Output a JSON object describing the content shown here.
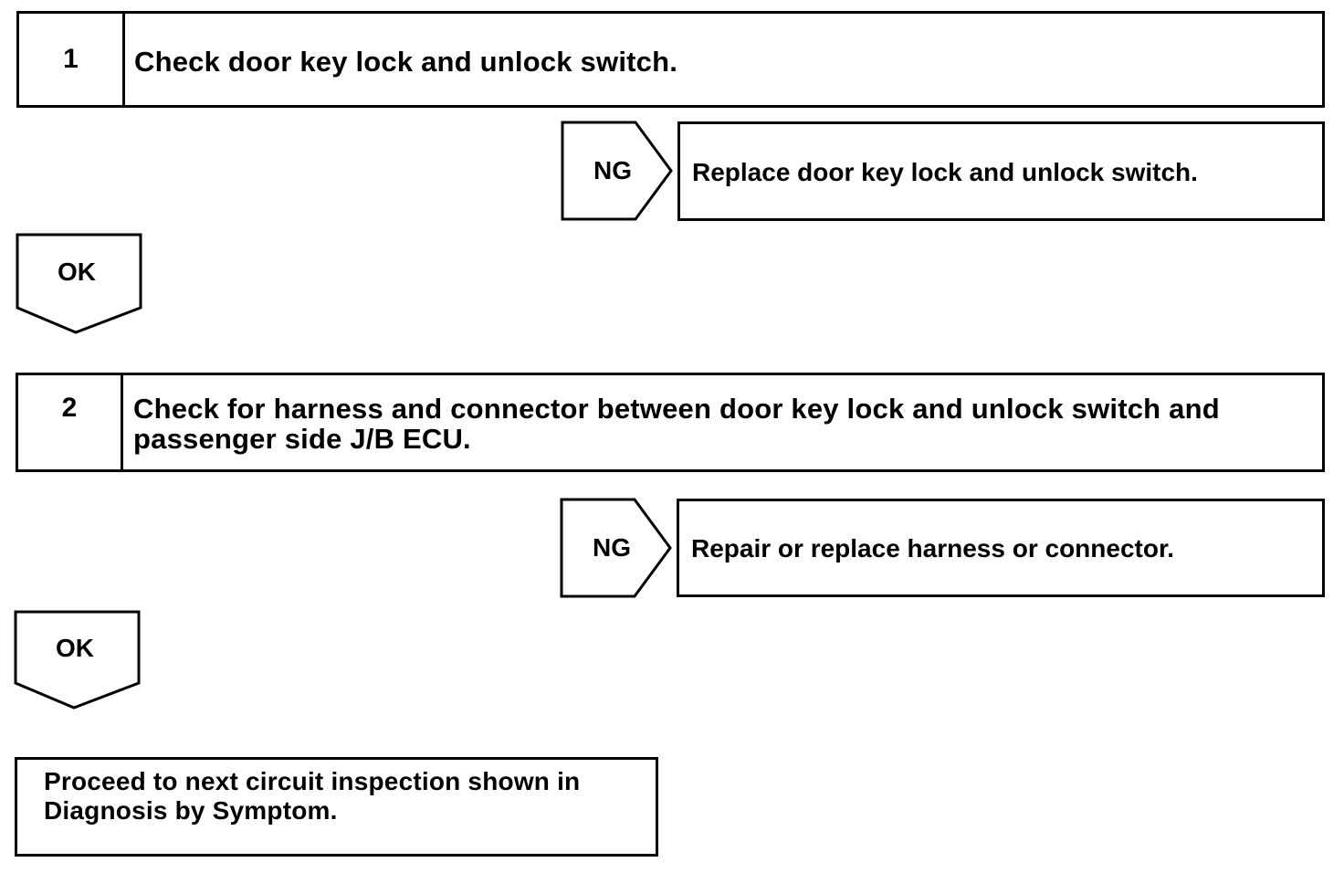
{
  "steps": [
    {
      "number": "1",
      "text": "Check door key lock and unlock switch.",
      "ng_label": "NG",
      "ng_action": "Replace door key lock and unlock switch.",
      "ok_label": "OK"
    },
    {
      "number": "2",
      "text_line1": "Check for harness and connector between door key lock and unlock switch and",
      "text_line2": "passenger side J/B ECU.",
      "ng_label": "NG",
      "ng_action": "Repair or replace harness or connector.",
      "ok_label": "OK"
    }
  ],
  "final": {
    "line1": "Proceed to next circuit inspection shown in",
    "line2": "Diagnosis by Symptom."
  }
}
